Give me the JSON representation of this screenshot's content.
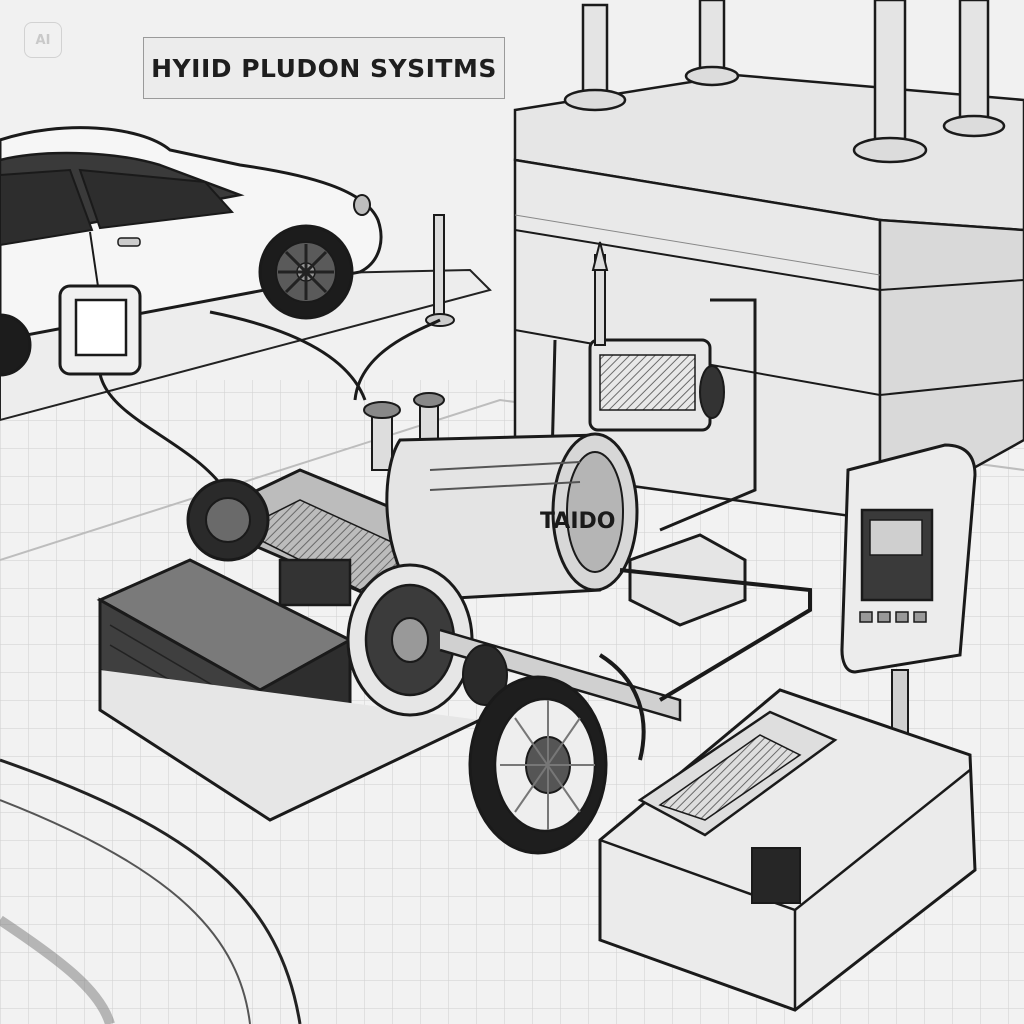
{
  "title": "HYIID PLUDON SYSITMS",
  "badge": "AI",
  "motor_label": "TAIDO",
  "colors": {
    "background": "#f1f1f1",
    "ink": "#1a1a1a",
    "shade": "#5a5a5a",
    "light": "#e3e3e3"
  },
  "icons": [
    "car-icon",
    "charging-station-icon",
    "battery-pack-icon",
    "motor-icon",
    "wheel-icon",
    "control-unit-icon"
  ]
}
